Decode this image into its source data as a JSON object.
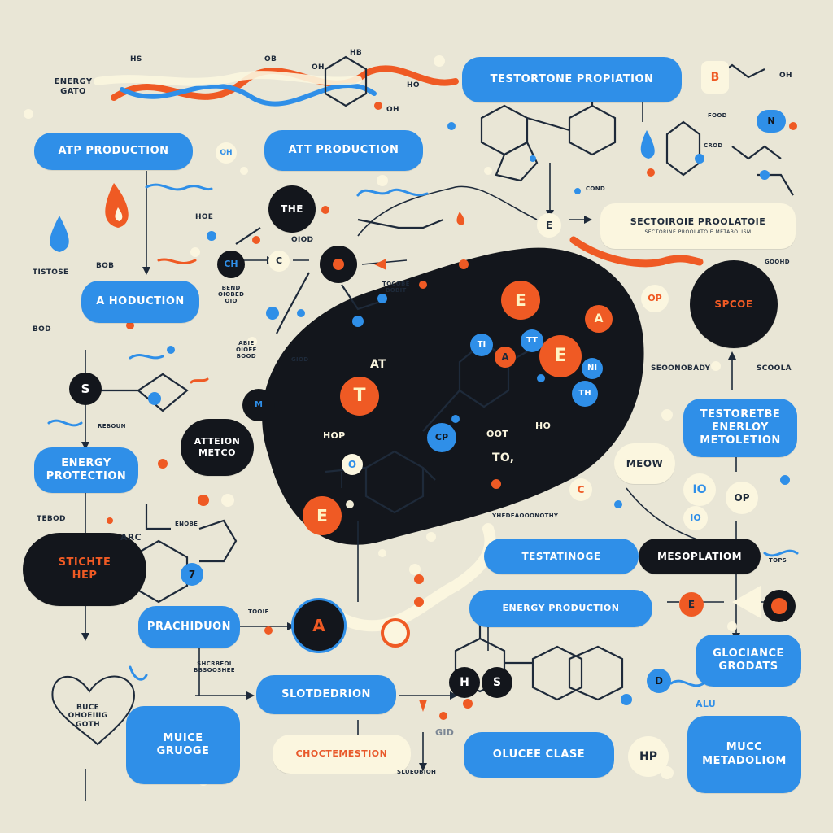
{
  "colors": {
    "background": "#e9e6d6",
    "blue": "#2f8fe8",
    "orange": "#ef5a24",
    "dark": "#13161c",
    "cream": "#fbf6df"
  },
  "pills": {
    "testortone_propiation": "TESTORTONE PROPIATION",
    "atp_production_left": "ATP PRODUCTION",
    "att_production_center": "ATT PRODUCTION",
    "a_hoduction": "A HODUCTION",
    "energy_protection": "ENERGY\nPROTECTION",
    "sectorine_prodlatore": "SECTOIROIE PROOLATOIE",
    "sectorine_sub": "SECTORINE PROOLATOIE METABOLISM",
    "testorebe": "TESTORETBE\nENERLOY\nMETOLETION",
    "testatinoge": "TESTATINOGE",
    "mesoplation": "MESOPLATIOM",
    "energy_production": "ENERGY PRODUCTION",
    "glucance": "GLOCIANCE\nGRODATS",
    "practiduon": "PRACHIDUON",
    "slotdedrion": "SLOTDEDRION",
    "muice_grooge": "MUICE\nGRUOGE",
    "choctemestion": "CHOCTEMESTION",
    "olucee_clase": "OLUCEE CLASE",
    "mucc_metadoliom": "MUCC\nMETADOLIOM",
    "stichte_hep": "STICHTE\nHEP",
    "atteion_metco": "ATTEION\nMETCO",
    "the": "THE",
    "spcoe": "SPCOE",
    "meow": "MEOW"
  },
  "notes": {
    "energy_gato": "ENERGY\nGATO",
    "hs": "HS",
    "ob": "OB",
    "hb": "HB",
    "oh": "OH",
    "oh2": "OH",
    "ho": "HO",
    "oh_top": "OH",
    "food": "FOOD",
    "tistose": "TISTOSE",
    "bod": "BOD",
    "bob": "BOB",
    "hoe": "HOE",
    "oiod": "OIOD",
    "bend": "BEND\nOIOBED\nOIO",
    "tocobe": "TOCOBE\nBOBIT",
    "giod": "GIOD",
    "abie": "ABIE\nOIOEE\nBOOD",
    "reboun": "REBOUN",
    "cond": "COND",
    "crod": "CROD",
    "goohd": "GOOHD",
    "enobe": "ENOBE",
    "seooonbady": "SEOONOBADY",
    "scoola": "SCOOLA",
    "tebod": "TEBOD",
    "yhedeaooon": "YHEDEAOOONOTHY",
    "tops": "TOPS",
    "arc": "ARC",
    "tooe": "TOOIE",
    "shorbeoi": "SHCRBEOI\nBBSOOSHEE",
    "buce": "BUCE\nOHOEIIIG\nGOTH",
    "gid": "GID",
    "slueobion": "SLUEOBIOH",
    "hp": "HP",
    "oof": "OOT",
    "to": "TO,",
    "at_o": "AT",
    "hop": "HOP",
    "ho_blob": "HO",
    "alu": "ALU"
  },
  "atoms": {
    "t": "T",
    "e1": "E",
    "e2": "E",
    "e3": "E",
    "a": "A",
    "a2": "A",
    "a_small": "A",
    "s": "S",
    "h": "H",
    "s2": "S",
    "c": "C",
    "e_right": "E",
    "o": "O",
    "op": "OP",
    "ti": "TI",
    "tt": "TT",
    "th": "TH",
    "ni": "NI",
    "io": "IO",
    "io2": "IO",
    "oh": "OH",
    "ch": "CH",
    "c2": "C",
    "num7": "7",
    "m": "M",
    "cp": "CP",
    "n": "N",
    "b": "B",
    "hp2": "HP",
    "op2": "OP",
    "e_small": "E",
    "d": "D"
  }
}
